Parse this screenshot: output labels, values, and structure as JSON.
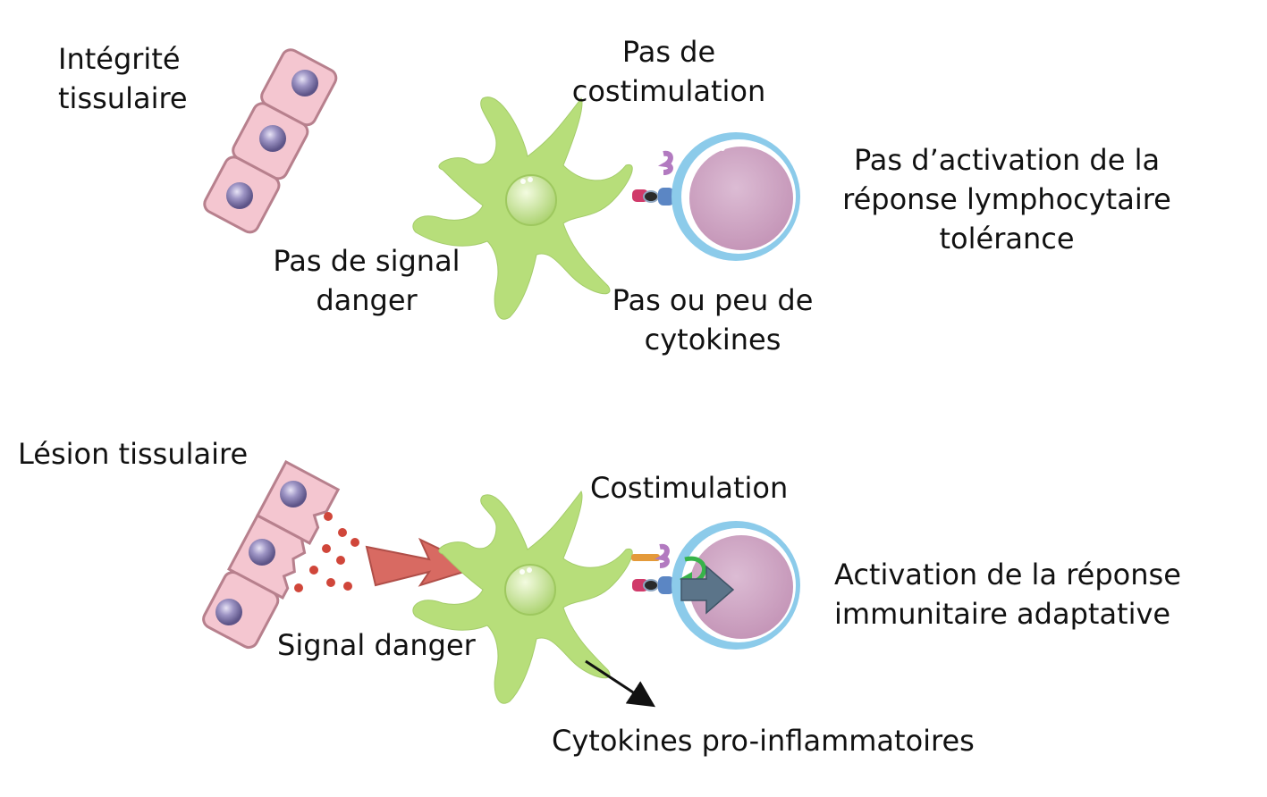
{
  "top": {
    "tissue_label": [
      "Intégrité",
      "tissulaire"
    ],
    "signal_label": [
      "Pas de signal",
      "danger"
    ],
    "costim_label": [
      "Pas de",
      "costimulation"
    ],
    "cytokine_label": [
      "Pas ou peu de",
      "cytokines"
    ],
    "outcome_label": [
      "Pas d’activation de la",
      "réponse lymphocytaire",
      "tolérance"
    ]
  },
  "bottom": {
    "tissue_label": "Lésion tissulaire",
    "signal_label": "Signal danger",
    "costim_label": "Costimulation",
    "outcome_label": [
      "Activation de la réponse",
      "immunitaire adaptative"
    ],
    "cytokine_label": "Cytokines pro-inflammatoires"
  },
  "colors": {
    "epithelial_cell": "#f4c6d0",
    "epithelial_border": "#c98c9a",
    "nucleus": "#9d94c4",
    "dendritic_cell": "#b7de7a",
    "dendritic_nucleus": "#d4ee9e",
    "lymphocyte_ring": "#8ccbea",
    "lymphocyte_body": "#d1a9c5",
    "danger_bolt": "#d86a62",
    "danger_dots": "#d0463a",
    "activation_arrow": "#5b7489",
    "green_arrow": "#37b34a"
  }
}
